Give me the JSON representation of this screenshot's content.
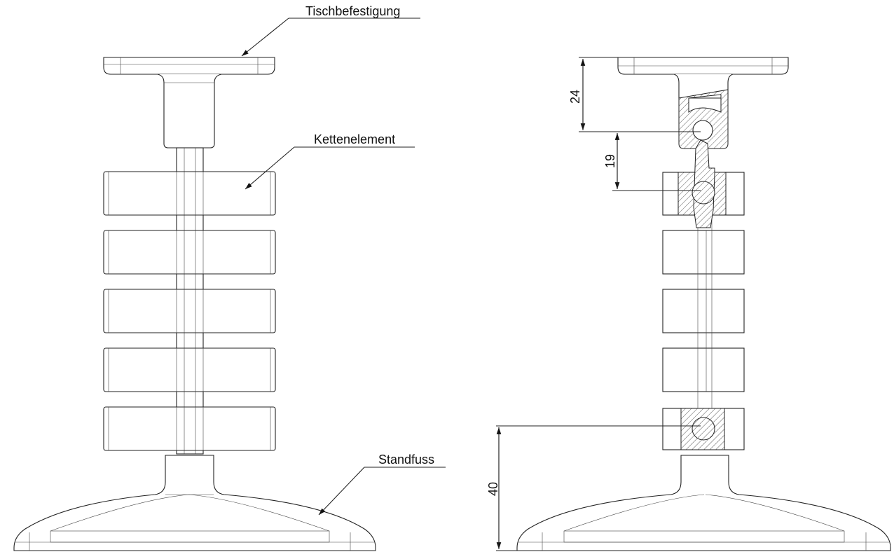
{
  "labels": {
    "table_mount": "Tischbefestigung",
    "chain_element": "Kettenelement",
    "base": "Standfuss"
  },
  "dimensions": {
    "top_height": "24",
    "link_pitch": "19",
    "base_height": "40"
  }
}
